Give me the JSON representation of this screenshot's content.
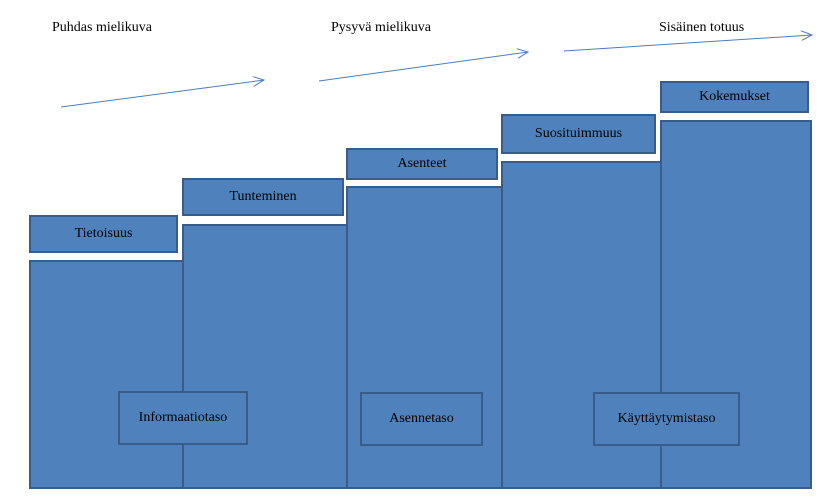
{
  "top_labels": {
    "first": "Puhdas mielikuva",
    "second": "Pysyvä mielikuva",
    "third": "Sisäinen totuus"
  },
  "steps": [
    "Tietoisuus",
    "Tunteminen",
    "Asenteet",
    "Suosituimmuus",
    "Kokemukset"
  ],
  "levels": [
    "Informaatiotaso",
    "Asennetaso",
    "Käyttäytymistaso"
  ],
  "colors": {
    "fill": "#4f81bd",
    "border": "#385d8a",
    "arrow": "#4a7ebb"
  }
}
